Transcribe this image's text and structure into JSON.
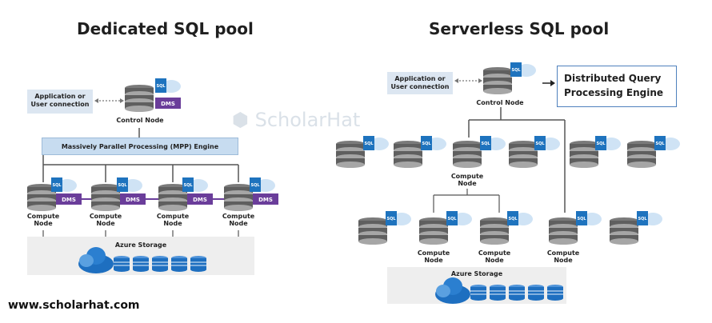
{
  "left": {
    "title": "Dedicated SQL pool",
    "app_label": "Application or\nUser connection",
    "control_label": "Control Node",
    "mpp_label": "Massively Parallel Processing (MPP) Engine",
    "compute_label": "Compute\nNode",
    "dms_label": "DMS",
    "sql_label": "SQL",
    "storage_label": "Azure Storage"
  },
  "right": {
    "title": "Serverless SQL pool",
    "app_label": "Application or\nUser connection",
    "control_label": "Control Node",
    "dqp_label": "Distributed Query\nProcessing Engine",
    "compute_label": "Compute\nNode",
    "sql_label": "SQL",
    "storage_label": "Azure Storage"
  },
  "watermark": "ScholarHat",
  "footer": "www.scholarhat.com",
  "colors": {
    "disk_dark": "#5f5f5f",
    "disk_light": "#a6a6a6",
    "sql_blue": "#1e73be",
    "dms_purple": "#6a3d9a",
    "cloud": "#cfe3f5",
    "storage_bg": "#eeeeee",
    "azure_blue": "#1e6fc0"
  }
}
